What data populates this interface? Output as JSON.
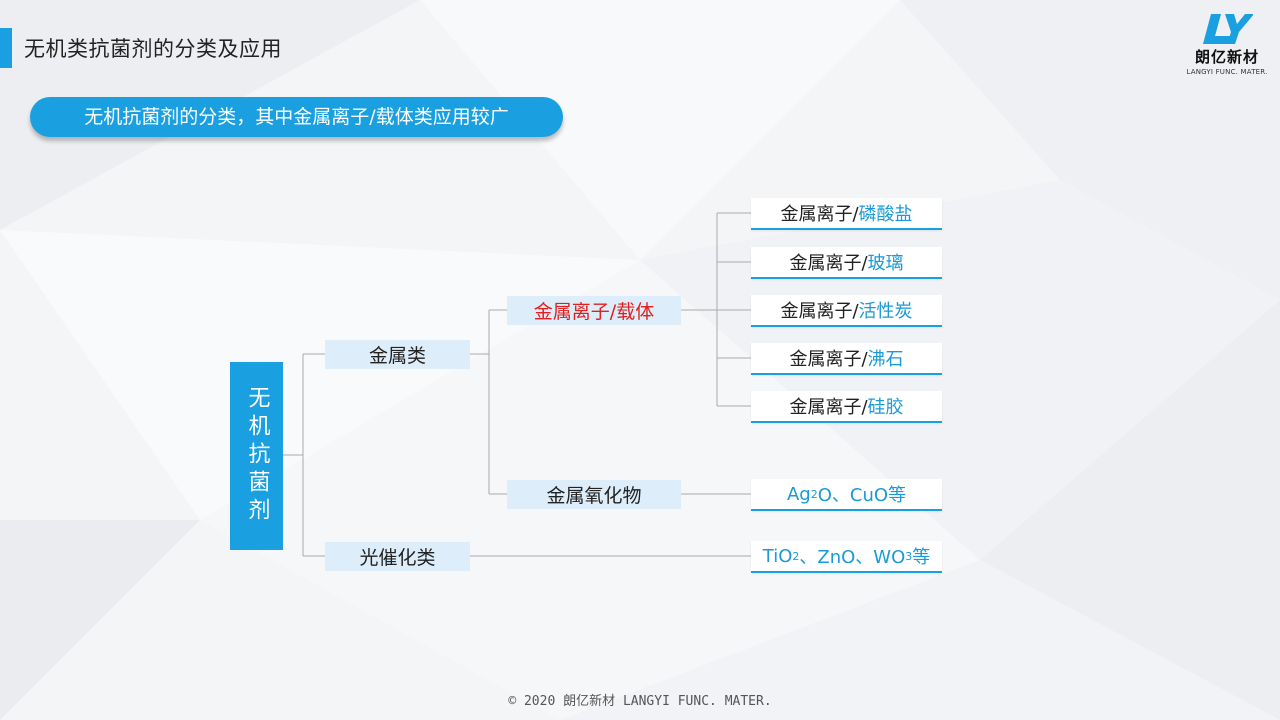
{
  "header": {
    "title": "无机类抗菌剂的分类及应用",
    "logo_cn": "朗亿新材",
    "logo_en": "LANGYI FUNC. MATER."
  },
  "banner": "无机抗菌剂的分类，其中金属离子/载体类应用较广",
  "tree": {
    "root": "无机抗菌剂",
    "metal": "金属类",
    "photo": "光催化类",
    "ion_carrier": "金属离子/载体",
    "oxide": "金属氧化物",
    "leaf_prefix": "金属离子/",
    "carriers": [
      "磷酸盐",
      "玻璃",
      "活性炭",
      "沸石",
      "硅胶"
    ],
    "oxide_examples": {
      "ag": "Ag",
      "ag_sub": "2",
      "rest": "O、CuO等"
    },
    "photo_examples": {
      "ti": "TiO",
      "ti_sub": "2",
      "mid": "、ZnO、WO",
      "w_sub": "3",
      "end": "等"
    }
  },
  "footer": "© 2020 朗亿新材 LANGYI FUNC. MATER.",
  "colors": {
    "accent": "#1aa0e0",
    "highlight": "#e02020",
    "leaf_text": "#1a9ad6",
    "node_fill": "#ddeefa"
  }
}
